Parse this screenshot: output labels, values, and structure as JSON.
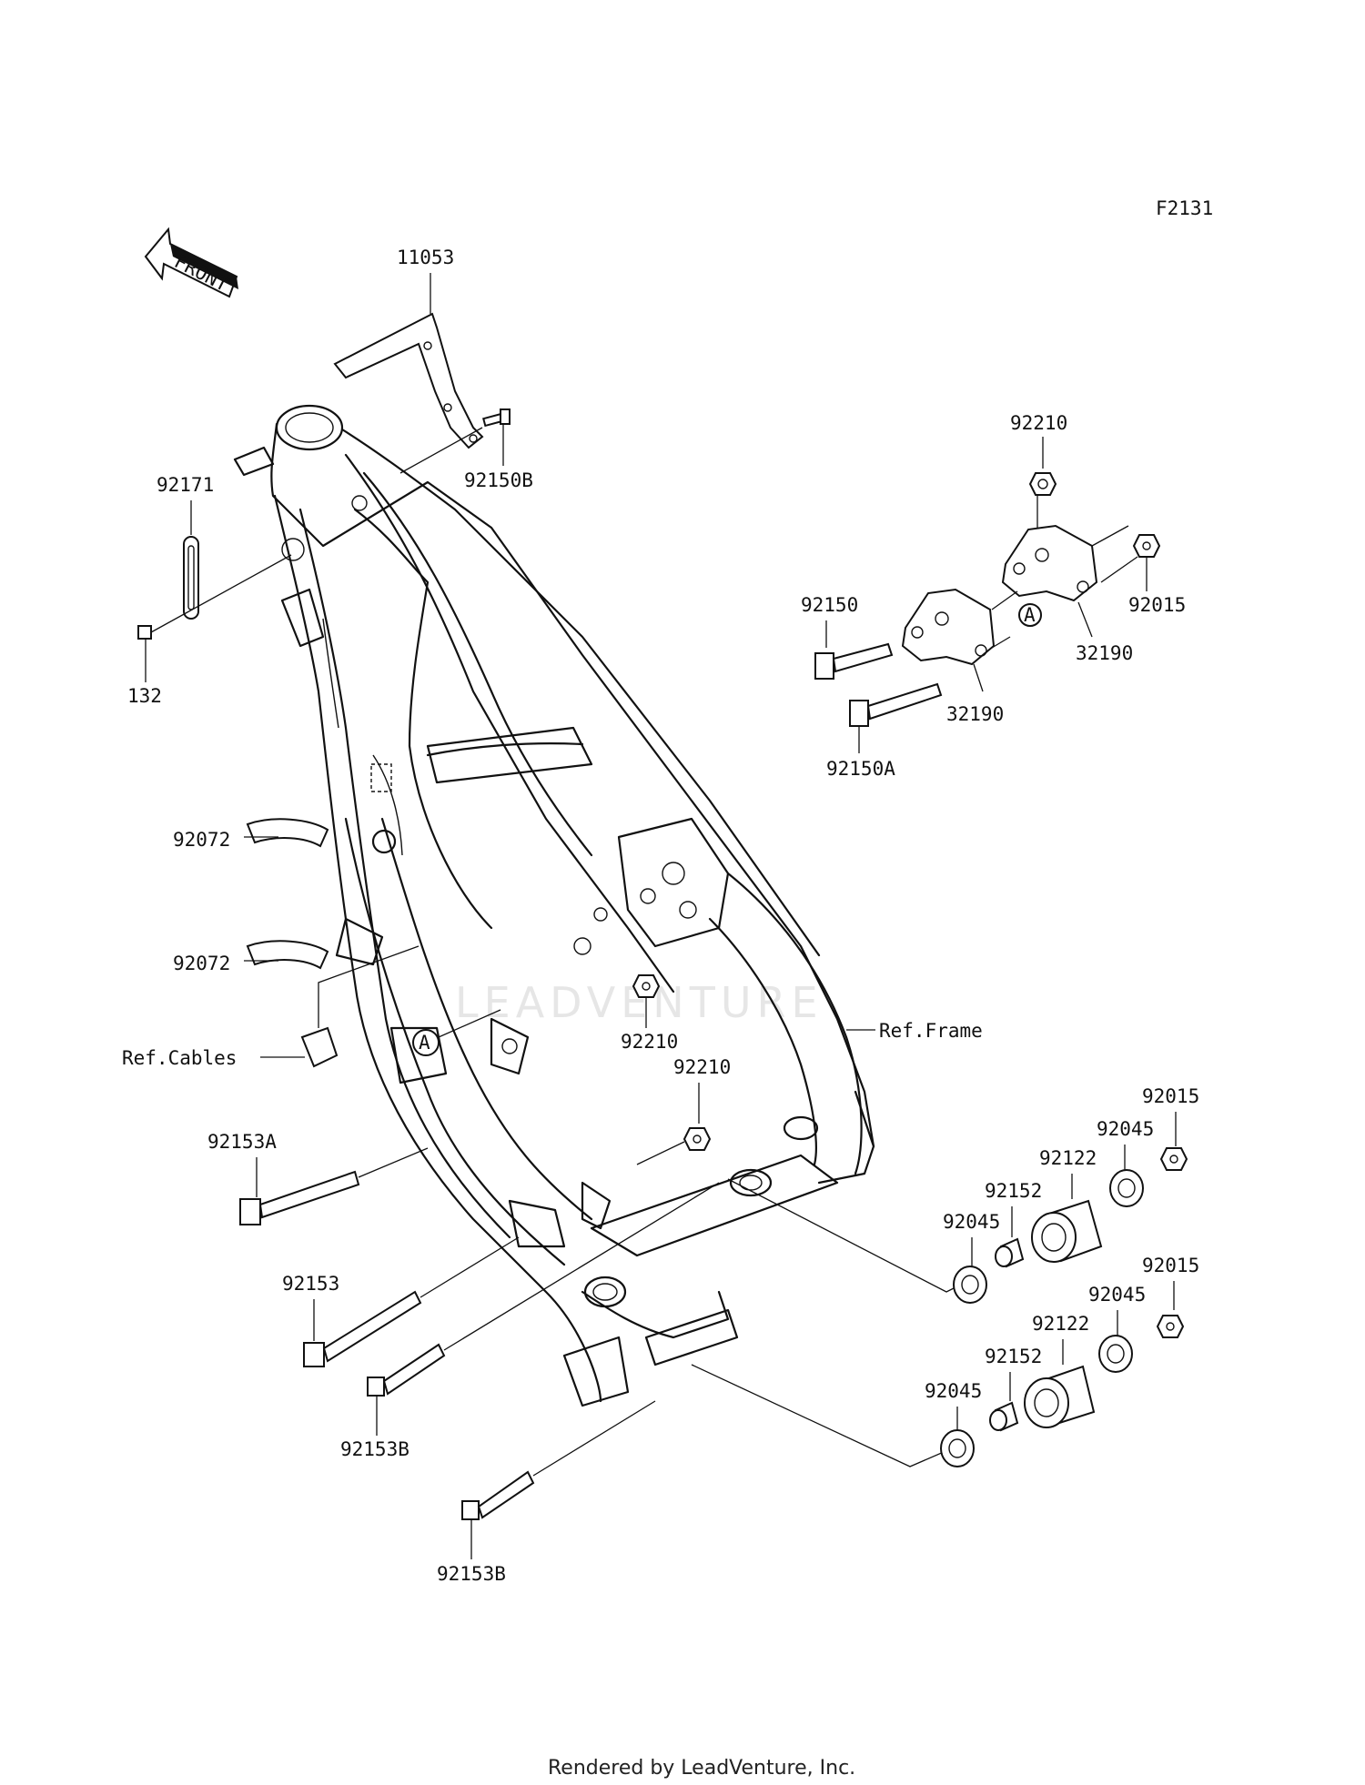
{
  "diagram_code": "F2131",
  "front_arrow": "FRONT",
  "watermark": "LEADVENTURE",
  "footer": "Rendered by LeadVenture, Inc.",
  "callouts": {
    "p11053": "11053",
    "p92150B": "92150B",
    "p92171": "92171",
    "p132": "132",
    "p92210_top": "92210",
    "p92150": "92150",
    "p92015_top": "92015",
    "p32190_right": "32190",
    "p32190_left": "32190",
    "p92150A": "92150A",
    "marker_a_top": "A",
    "marker_a_mid": "A",
    "p92072_upper": "92072",
    "p92072_lower": "92072",
    "ref_cables": "Ref.Cables",
    "p92210_mid": "92210",
    "p92210_low": "92210",
    "ref_frame": "Ref.Frame",
    "p92153A": "92153A",
    "p92015_r1": "92015",
    "p92045_r1": "92045",
    "p92122_r1": "92122",
    "p92152_r1": "92152",
    "p92045_l1": "92045",
    "p92153": "92153",
    "p92015_r2": "92015",
    "p92045_r2": "92045",
    "p92122_r2": "92122",
    "p92152_r2": "92152",
    "p92045_l2": "92045",
    "p92153B_upper": "92153B",
    "p92153B_lower": "92153B"
  }
}
